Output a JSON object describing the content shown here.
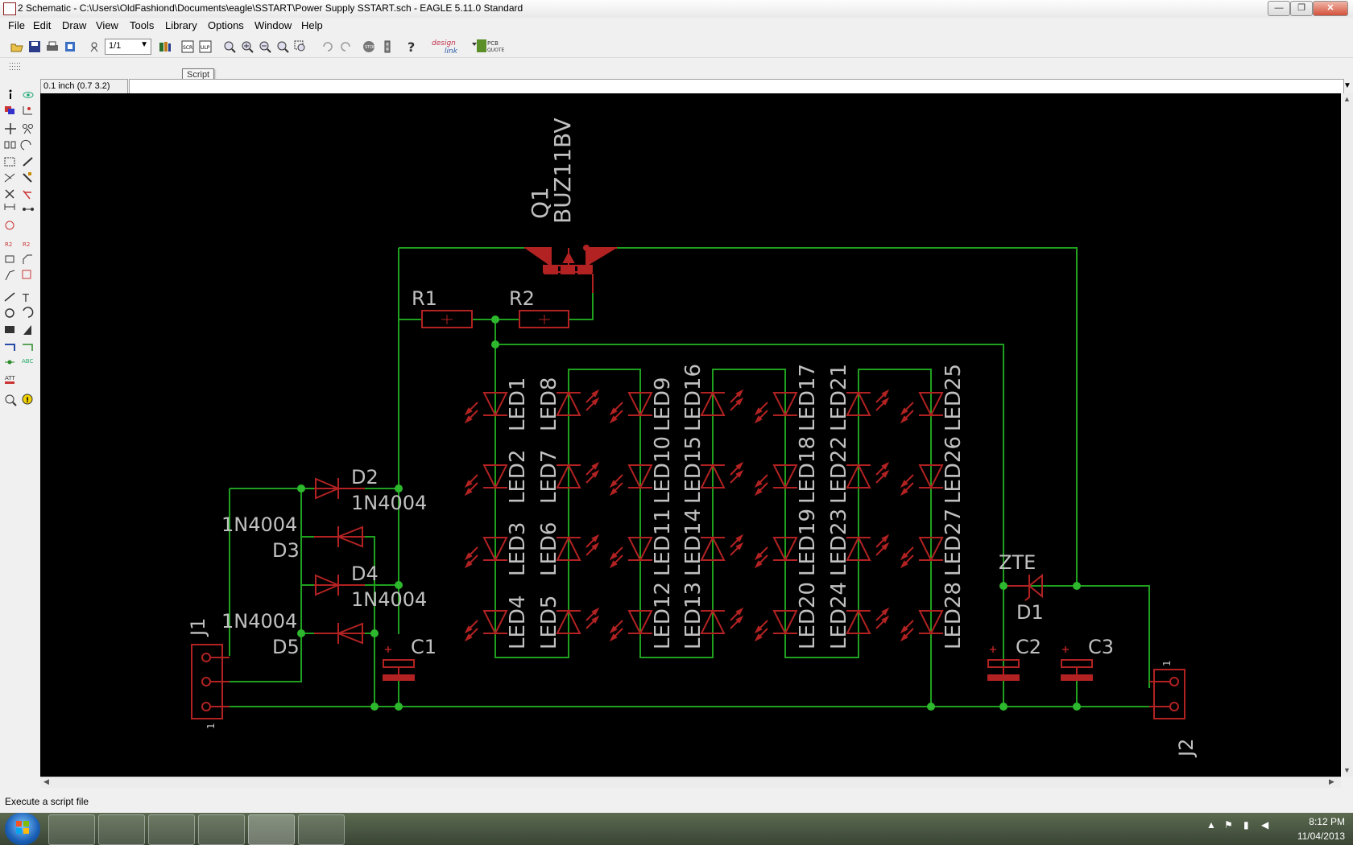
{
  "window": {
    "title": "2 Schematic - C:\\Users\\OldFashiond\\Documents\\eagle\\SSTART\\Power Supply SSTART.sch - EAGLE 5.11.0 Standard",
    "minimize": "—",
    "maximize": "❐",
    "close": "✕"
  },
  "menu": [
    "File",
    "Edit",
    "Draw",
    "View",
    "Tools",
    "Library",
    "Options",
    "Window",
    "Help"
  ],
  "toolbar": {
    "zoom_value": "1/1",
    "tooltip": "Script"
  },
  "command": {
    "coordinates": "0.1 inch (0.7 3.2)",
    "input_value": ""
  },
  "schematic": {
    "parts": {
      "q1_name": "Q1",
      "q1_value": "BUZ11BV",
      "r1": "R1",
      "r2": "R2",
      "d2_name": "D2",
      "d2_value": "1N4004",
      "d3_name": "D3",
      "d3_value": "1N4004",
      "d4_name": "D4",
      "d4_value": "1N4004",
      "d5_name": "D5",
      "d5_value": "1N4004",
      "c1": "C1",
      "c2": "C2",
      "c3": "C3",
      "j1": "J1",
      "j2": "J2",
      "d1_name": "D1",
      "d1_value": "ZTE",
      "pin1": "1"
    },
    "led_columns": [
      [
        "LED1",
        "LED2",
        "LED3",
        "LED4"
      ],
      [
        "LED8",
        "LED7",
        "LED6",
        "LED5"
      ],
      [
        "LED9",
        "LED10",
        "LED11",
        "LED12"
      ],
      [
        "LED16",
        "LED15",
        "LED14",
        "LED13"
      ],
      [
        "LED17",
        "LED18",
        "LED19",
        "LED20"
      ],
      [
        "LED21",
        "LED22",
        "LED23",
        "LED24"
      ],
      [
        "LED25",
        "LED26",
        "LED27",
        "LED28"
      ]
    ]
  },
  "colors": {
    "wire": "#1fa01f",
    "part": "#b22222",
    "text": "#c0c0c0",
    "junction": "#2db82d"
  },
  "status": {
    "text": "Execute a script file"
  },
  "taskbar": {
    "time": "8:12 PM",
    "date": "11/04/2013"
  }
}
